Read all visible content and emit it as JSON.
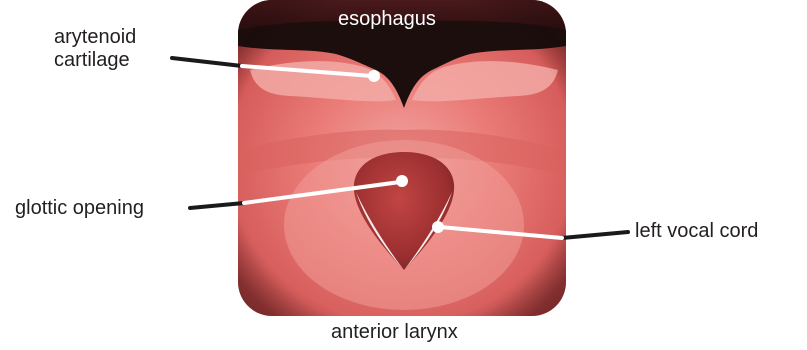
{
  "labels": {
    "esophagus": "esophagus",
    "arytenoid_line1": "arytenoid",
    "arytenoid_line2": "cartilage",
    "glottic_opening": "glottic opening",
    "left_vocal_cord": "left vocal cord",
    "anterior_larynx": "anterior larynx"
  },
  "colors": {
    "tissue": "#e8716f",
    "tissue_light": "#f09a97",
    "tissue_dark": "#b84a4a",
    "cavity_dark": "#1d0e0e",
    "opening": "#9c2f30",
    "leader_line": "#1a1a1a",
    "pointer": "#ffffff"
  }
}
